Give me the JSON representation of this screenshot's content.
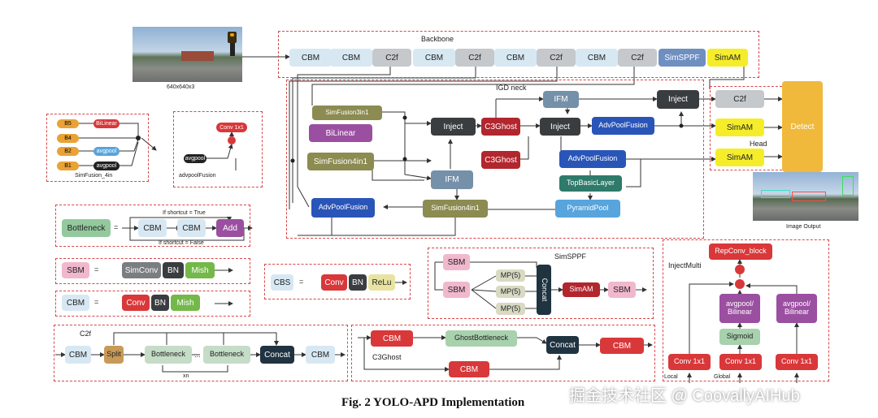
{
  "caption": "Fig. 2 YOLO-APD Implementation",
  "watermark": "掘金技术社区 @ CoovallyAIHub",
  "input_size": "640x640x3",
  "image_output": "Image Output",
  "backbone": {
    "title": "Backbone",
    "blocks": [
      "CBM",
      "CBM",
      "C2f",
      "CBM",
      "C2f",
      "CBM",
      "C2f",
      "CBM",
      "C2f",
      "SimSPPF",
      "SimAM"
    ]
  },
  "neck": {
    "title": "IGD neck",
    "simfusion3in1": "SimFusion3in1",
    "bilinear": "BiLinear",
    "simfusion4in1_a": "SimFusion4in1",
    "inject1": "Inject",
    "c3ghost1": "C3Ghost",
    "c3ghost2": "C3Ghost",
    "ifm1": "IFM",
    "ifm2": "IFM",
    "inject2": "Inject",
    "inject3": "Inject",
    "advpoolfusion1": "AdvPoolFusion",
    "advpoolfusion2": "AdvPoolFusion",
    "advpoolfusion3": "AdvPoolFusion",
    "topbasiclayer": "TopBasicLayer",
    "pyramidpool": "PyramidPool",
    "simfusion4in1_b": "SimFusion4in1"
  },
  "head": {
    "title": "Head",
    "c2f": "C2f",
    "simam1": "SimAM",
    "simam2": "SimAM",
    "detect": "Detect"
  },
  "simfusion_panel": {
    "inputs": [
      "B5",
      "B4",
      "B2",
      "B1"
    ],
    "ops": [
      "BiLinear",
      "",
      "avgpool",
      "avgpool"
    ],
    "caption": "SimFusion_4in"
  },
  "advpool_panel": {
    "conv": "Conv 1x1",
    "avgpool": "avgpool",
    "caption": "advpoolFusion"
  },
  "bottleneck_def": {
    "name": "Bottleneck",
    "eq": "=",
    "cbm1": "CBM",
    "cbm2": "CBM",
    "add": "Add",
    "shortcut_true": "If shortcut = True",
    "shortcut_false": "If shortcut = False"
  },
  "sbm_def": {
    "name": "SBM",
    "eq": "=",
    "parts": [
      "SimConv",
      "BN",
      "Mish"
    ]
  },
  "cbm_def": {
    "name": "CBM",
    "eq": "=",
    "parts": [
      "Conv",
      "BN",
      "Mish"
    ]
  },
  "cbs_def": {
    "name": "CBS",
    "eq": "=",
    "parts": [
      "Conv",
      "BN",
      "ReLu"
    ]
  },
  "simsppf": {
    "title": "SimSPPF",
    "sbm1": "SBM",
    "sbm2": "SBM",
    "mp": [
      "MP(5)",
      "MP(5)",
      "MP(5)"
    ],
    "concat": "Concat",
    "simam": "SimAM",
    "sbm3": "SBM"
  },
  "c2f_def": {
    "title": "C2f",
    "cbm1": "CBM",
    "split": "Split",
    "bottleneck1": "Bottleneck",
    "dots": "...",
    "bottleneck2": "Bottleneck",
    "concat": "Concat",
    "cbm2": "CBM",
    "xn": "xn"
  },
  "c3ghost_def": {
    "title": "C3Ghost",
    "cbm1": "CBM",
    "ghost": "GhostBottleneck",
    "concat": "Concat",
    "cbm2": "CBM",
    "cbm3": "CBM"
  },
  "injectmulti": {
    "title": "InjectMulti",
    "repconv": "RepConv_block",
    "avg1": "avgpool/ Bilinear",
    "avg2": "avgpool/ Bilinear",
    "sigmoid": "Sigmoid",
    "conv1": "Conv 1x1",
    "conv2": "Conv 1x1",
    "conv3": "Conv 1x1",
    "local": "Local",
    "global": "Global"
  },
  "colors": {
    "cbm_light": "#d7e8f3",
    "c2f_gray": "#c5c9cc",
    "simsppf": "#6f8fc0",
    "simam": "#f5ed2a",
    "olive": "#8b8b52",
    "purple": "#9b4fa0",
    "darkgray": "#3a3d3f",
    "darkred": "#b2262e",
    "blue": "#2a55b8",
    "teal": "#2f7a6a",
    "steel": "#7590a9",
    "cyan": "#58a4dc",
    "green": "#94c99d",
    "orange": "#e9a235",
    "red": "#d9383a",
    "pink": "#f1b8cd",
    "detect": "#f0b93c"
  }
}
